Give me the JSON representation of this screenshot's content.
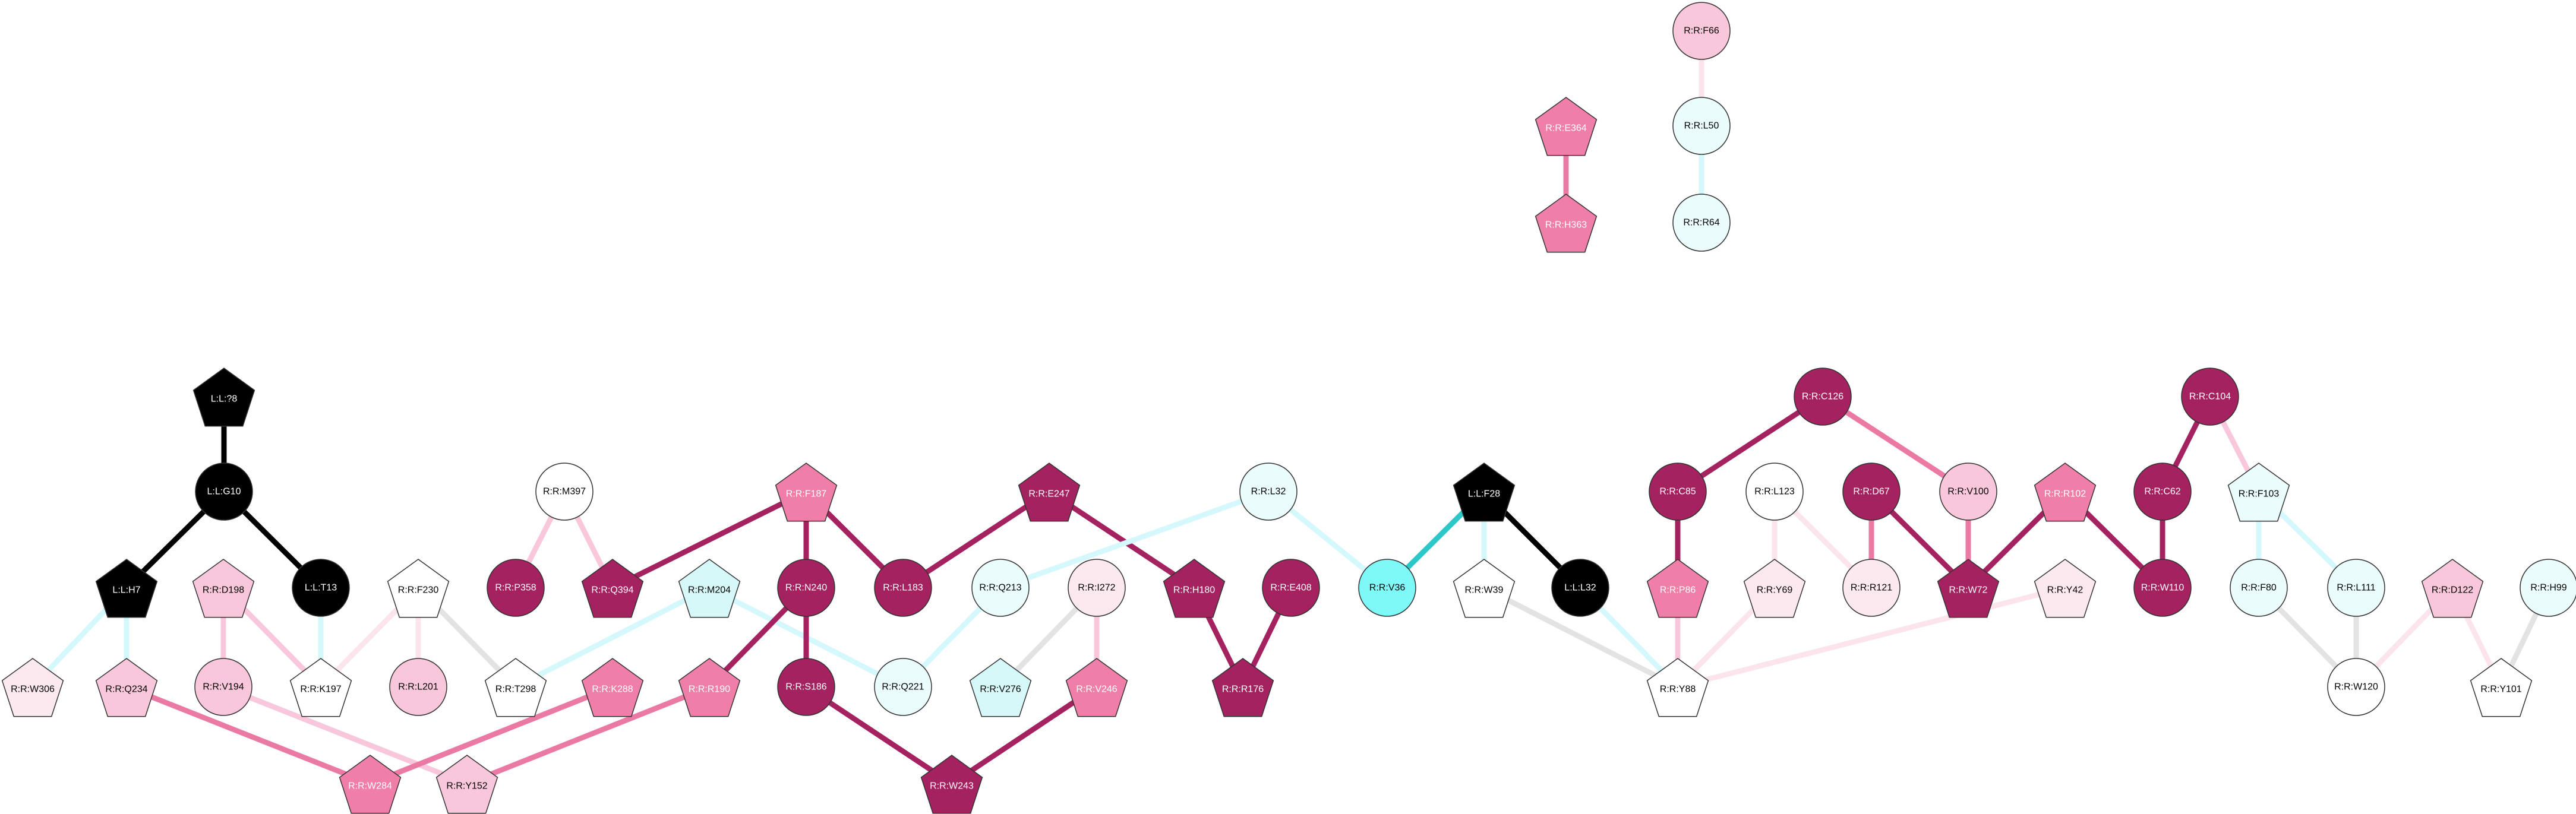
{
  "colors": {
    "black": "#000000",
    "dark": "#a4225f",
    "medium": "#ef7fa9",
    "light": "#f9c7dc",
    "faint": "#fce9f0",
    "white": "#ffffff",
    "cyan_light": "#eafcfb",
    "cyan_mid": "#d6f8f9",
    "cyan": "#7ff8f8",
    "edge_black": "#000000",
    "edge_dark": "#a4225f",
    "edge_medium": "#ea7aa4",
    "edge_light": "#f9c7dc",
    "edge_faint": "#fbe4ec",
    "edge_gray": "#e3e3e3",
    "edge_cyan_light": "#d4f8fb",
    "edge_cyan": "#2cc8c8"
  },
  "nodes": [
    {
      "id": "L:L:?8",
      "label": "L:L:?8",
      "shape": "pentagon",
      "color": "black"
    },
    {
      "id": "L:L:G10",
      "label": "L:L:G10",
      "shape": "circle",
      "color": "black"
    },
    {
      "id": "L:L:H7",
      "label": "L:L:H7",
      "shape": "pentagon",
      "color": "black"
    },
    {
      "id": "L:L:T13",
      "label": "L:L:T13",
      "shape": "circle",
      "color": "black"
    },
    {
      "id": "R:R:W306",
      "label": "R:R:W306",
      "shape": "pentagon",
      "color": "faint"
    },
    {
      "id": "R:R:Q234",
      "label": "R:R:Q234",
      "shape": "pentagon",
      "color": "light"
    },
    {
      "id": "R:R:D198",
      "label": "R:R:D198",
      "shape": "pentagon",
      "color": "light"
    },
    {
      "id": "R:R:V194",
      "label": "R:R:V194",
      "shape": "circle",
      "color": "light"
    },
    {
      "id": "R:R:K197",
      "label": "R:R:K197",
      "shape": "pentagon",
      "color": "white"
    },
    {
      "id": "R:R:F230",
      "label": "R:R:F230",
      "shape": "pentagon",
      "color": "white"
    },
    {
      "id": "R:R:L201",
      "label": "R:R:L201",
      "shape": "circle",
      "color": "light"
    },
    {
      "id": "R:R:T298",
      "label": "R:R:T298",
      "shape": "pentagon",
      "color": "white"
    },
    {
      "id": "R:R:M397",
      "label": "R:R:M397",
      "shape": "circle",
      "color": "white"
    },
    {
      "id": "R:R:P358",
      "label": "R:R:P358",
      "shape": "circle",
      "color": "dark"
    },
    {
      "id": "R:R:Q394",
      "label": "R:R:Q394",
      "shape": "pentagon",
      "color": "dark"
    },
    {
      "id": "R:R:M204",
      "label": "R:R:M204",
      "shape": "pentagon",
      "color": "cyan_mid"
    },
    {
      "id": "R:R:K288",
      "label": "R:R:K288",
      "shape": "pentagon",
      "color": "medium"
    },
    {
      "id": "R:R:W284",
      "label": "R:R:W284",
      "shape": "pentagon",
      "color": "medium"
    },
    {
      "id": "R:R:Y152",
      "label": "R:R:Y152",
      "shape": "pentagon",
      "color": "light"
    },
    {
      "id": "R:R:R190",
      "label": "R:R:R190",
      "shape": "pentagon",
      "color": "medium"
    },
    {
      "id": "R:R:F187",
      "label": "R:R:F187",
      "shape": "pentagon",
      "color": "medium"
    },
    {
      "id": "R:R:N240",
      "label": "R:R:N240",
      "shape": "circle",
      "color": "dark"
    },
    {
      "id": "R:R:S186",
      "label": "R:R:S186",
      "shape": "circle",
      "color": "dark"
    },
    {
      "id": "R:R:L183",
      "label": "R:R:L183",
      "shape": "circle",
      "color": "dark"
    },
    {
      "id": "R:R:Q213",
      "label": "R:R:Q213",
      "shape": "circle",
      "color": "cyan_light"
    },
    {
      "id": "R:R:Q221",
      "label": "R:R:Q221",
      "shape": "circle",
      "color": "cyan_light"
    },
    {
      "id": "R:R:I272",
      "label": "R:R:I272",
      "shape": "circle",
      "color": "faint"
    },
    {
      "id": "R:R:V276",
      "label": "R:R:V276",
      "shape": "pentagon",
      "color": "cyan_mid"
    },
    {
      "id": "R:R:V246",
      "label": "R:R:V246",
      "shape": "pentagon",
      "color": "medium"
    },
    {
      "id": "R:R:W243",
      "label": "R:R:W243",
      "shape": "pentagon",
      "color": "dark"
    },
    {
      "id": "R:R:E247",
      "label": "R:R:E247",
      "shape": "pentagon",
      "color": "dark"
    },
    {
      "id": "R:R:H180",
      "label": "R:R:H180",
      "shape": "pentagon",
      "color": "dark"
    },
    {
      "id": "R:R:E408",
      "label": "R:R:E408",
      "shape": "circle",
      "color": "dark"
    },
    {
      "id": "R:R:R176",
      "label": "R:R:R176",
      "shape": "pentagon",
      "color": "dark"
    },
    {
      "id": "R:R:L32",
      "label": "R:R:L32",
      "shape": "circle",
      "color": "cyan_light"
    },
    {
      "id": "R:R:V36",
      "label": "R:R:V36",
      "shape": "circle",
      "color": "cyan"
    },
    {
      "id": "L:L:F28",
      "label": "L:L:F28",
      "shape": "pentagon",
      "color": "black"
    },
    {
      "id": "R:R:W39",
      "label": "R:R:W39",
      "shape": "pentagon",
      "color": "white"
    },
    {
      "id": "L:L:L32",
      "label": "L:L:L32",
      "shape": "circle",
      "color": "black"
    },
    {
      "id": "R:R:Y88",
      "label": "R:R:Y88",
      "shape": "pentagon",
      "color": "white"
    },
    {
      "id": "R:R:E364",
      "label": "R:R:E364",
      "shape": "pentagon",
      "color": "medium"
    },
    {
      "id": "R:R:H363",
      "label": "R:R:H363",
      "shape": "pentagon",
      "color": "medium"
    },
    {
      "id": "R:R:F66",
      "label": "R:R:F66",
      "shape": "circle",
      "color": "light"
    },
    {
      "id": "R:R:L50",
      "label": "R:R:L50",
      "shape": "circle",
      "color": "cyan_light"
    },
    {
      "id": "R:R:R64",
      "label": "R:R:R64",
      "shape": "circle",
      "color": "cyan_light"
    },
    {
      "id": "R:R:C126",
      "label": "R:R:C126",
      "shape": "circle",
      "color": "dark"
    },
    {
      "id": "R:R:C85",
      "label": "R:R:C85",
      "shape": "circle",
      "color": "dark"
    },
    {
      "id": "R:R:P86",
      "label": "R:R:P86",
      "shape": "pentagon",
      "color": "medium"
    },
    {
      "id": "R:R:L123",
      "label": "R:R:L123",
      "shape": "circle",
      "color": "white"
    },
    {
      "id": "R:R:Y69",
      "label": "R:R:Y69",
      "shape": "pentagon",
      "color": "faint"
    },
    {
      "id": "R:R:D67",
      "label": "R:R:D67",
      "shape": "circle",
      "color": "dark"
    },
    {
      "id": "R:R:R121",
      "label": "R:R:R121",
      "shape": "circle",
      "color": "faint"
    },
    {
      "id": "R:R:V100",
      "label": "R:R:V100",
      "shape": "circle",
      "color": "light"
    },
    {
      "id": "R:R:W72",
      "label": "R:R:W72",
      "shape": "pentagon",
      "color": "dark"
    },
    {
      "id": "R:R:R102",
      "label": "R:R:R102",
      "shape": "pentagon",
      "color": "medium"
    },
    {
      "id": "R:R:Y42",
      "label": "R:R:Y42",
      "shape": "pentagon",
      "color": "faint"
    },
    {
      "id": "R:R:C104",
      "label": "R:R:C104",
      "shape": "circle",
      "color": "dark"
    },
    {
      "id": "R:R:C62",
      "label": "R:R:C62",
      "shape": "circle",
      "color": "dark"
    },
    {
      "id": "R:R:W110",
      "label": "R:R:W110",
      "shape": "circle",
      "color": "dark"
    },
    {
      "id": "R:R:F103",
      "label": "R:R:F103",
      "shape": "pentagon",
      "color": "cyan_light"
    },
    {
      "id": "R:R:F80",
      "label": "R:R:F80",
      "shape": "circle",
      "color": "cyan_light"
    },
    {
      "id": "R:R:L111",
      "label": "R:R:L111",
      "shape": "circle",
      "color": "cyan_light"
    },
    {
      "id": "R:R:W120",
      "label": "R:R:W120",
      "shape": "circle",
      "color": "white"
    },
    {
      "id": "R:R:D122",
      "label": "R:R:D122",
      "shape": "pentagon",
      "color": "light"
    },
    {
      "id": "R:R:H99",
      "label": "R:R:H99",
      "shape": "circle",
      "color": "cyan_light"
    },
    {
      "id": "R:R:Y101",
      "label": "R:R:Y101",
      "shape": "pentagon",
      "color": "white"
    }
  ],
  "edges": [
    {
      "source": "L:L:?8",
      "target": "L:L:G10",
      "color": "edge_black"
    },
    {
      "source": "L:L:G10",
      "target": "L:L:H7",
      "color": "edge_black"
    },
    {
      "source": "L:L:G10",
      "target": "L:L:T13",
      "color": "edge_black"
    },
    {
      "source": "L:L:H7",
      "target": "R:R:W306",
      "color": "edge_cyan_light"
    },
    {
      "source": "L:L:H7",
      "target": "R:R:Q234",
      "color": "edge_cyan_light"
    },
    {
      "source": "L:L:T13",
      "target": "R:R:K197",
      "color": "edge_cyan_light"
    },
    {
      "source": "R:R:D198",
      "target": "R:R:V194",
      "color": "edge_light"
    },
    {
      "source": "R:R:D198",
      "target": "R:R:K197",
      "color": "edge_light"
    },
    {
      "source": "R:R:F230",
      "target": "R:R:K197",
      "color": "edge_faint"
    },
    {
      "source": "R:R:F230",
      "target": "R:R:L201",
      "color": "edge_faint"
    },
    {
      "source": "R:R:F230",
      "target": "R:R:T298",
      "color": "edge_gray"
    },
    {
      "source": "R:R:Q234",
      "target": "R:R:W284",
      "color": "edge_medium"
    },
    {
      "source": "R:R:V194",
      "target": "R:R:Y152",
      "color": "edge_light"
    },
    {
      "source": "R:R:K288",
      "target": "R:R:W284",
      "color": "edge_medium"
    },
    {
      "source": "R:R:R190",
      "target": "R:R:Y152",
      "color": "edge_medium"
    },
    {
      "source": "R:R:M397",
      "target": "R:R:P358",
      "color": "edge_light"
    },
    {
      "source": "R:R:M397",
      "target": "R:R:Q394",
      "color": "edge_light"
    },
    {
      "source": "R:R:F187",
      "target": "R:R:Q394",
      "color": "edge_dark"
    },
    {
      "source": "R:R:F187",
      "target": "R:R:N240",
      "color": "edge_dark"
    },
    {
      "source": "R:R:F187",
      "target": "R:R:L183",
      "color": "edge_dark"
    },
    {
      "source": "R:R:M204",
      "target": "R:R:T298",
      "color": "edge_cyan_light"
    },
    {
      "source": "R:R:M204",
      "target": "R:R:Q221",
      "color": "edge_cyan_light"
    },
    {
      "source": "R:R:N240",
      "target": "R:R:R190",
      "color": "edge_dark"
    },
    {
      "source": "R:R:N240",
      "target": "R:R:S186",
      "color": "edge_dark"
    },
    {
      "source": "R:R:S186",
      "target": "R:R:W243",
      "color": "edge_dark"
    },
    {
      "source": "R:R:E247",
      "target": "R:R:L183",
      "color": "edge_dark"
    },
    {
      "source": "R:R:E247",
      "target": "R:R:H180",
      "color": "edge_dark"
    },
    {
      "source": "R:R:L32",
      "target": "R:R:Q213",
      "color": "edge_cyan_light"
    },
    {
      "source": "R:R:L32",
      "target": "R:R:V36",
      "color": "edge_cyan_light"
    },
    {
      "source": "R:R:Q213",
      "target": "R:R:Q221",
      "color": "edge_cyan_light"
    },
    {
      "source": "R:R:I272",
      "target": "R:R:V276",
      "color": "edge_gray"
    },
    {
      "source": "R:R:I272",
      "target": "R:R:V246",
      "color": "edge_light"
    },
    {
      "source": "R:R:V246",
      "target": "R:R:W243",
      "color": "edge_dark"
    },
    {
      "source": "R:R:H180",
      "target": "R:R:R176",
      "color": "edge_dark"
    },
    {
      "source": "R:R:E408",
      "target": "R:R:R176",
      "color": "edge_dark"
    },
    {
      "source": "L:L:F28",
      "target": "R:R:V36",
      "color": "edge_cyan"
    },
    {
      "source": "L:L:F28",
      "target": "R:R:W39",
      "color": "edge_cyan_light"
    },
    {
      "source": "L:L:F28",
      "target": "L:L:L32",
      "color": "edge_black"
    },
    {
      "source": "R:R:W39",
      "target": "R:R:Y88",
      "color": "edge_gray"
    },
    {
      "source": "L:L:L32",
      "target": "R:R:Y88",
      "color": "edge_cyan_light"
    },
    {
      "source": "R:R:E364",
      "target": "R:R:H363",
      "color": "edge_medium"
    },
    {
      "source": "R:R:F66",
      "target": "R:R:L50",
      "color": "edge_faint"
    },
    {
      "source": "R:R:L50",
      "target": "R:R:R64",
      "color": "edge_cyan_light"
    },
    {
      "source": "R:R:C126",
      "target": "R:R:C85",
      "color": "edge_dark"
    },
    {
      "source": "R:R:C126",
      "target": "R:R:V100",
      "color": "edge_medium"
    },
    {
      "source": "R:R:C85",
      "target": "R:R:P86",
      "color": "edge_dark"
    },
    {
      "source": "R:R:P86",
      "target": "R:R:Y88",
      "color": "edge_light"
    },
    {
      "source": "R:R:L123",
      "target": "R:R:Y69",
      "color": "edge_faint"
    },
    {
      "source": "R:R:L123",
      "target": "R:R:R121",
      "color": "edge_faint"
    },
    {
      "source": "R:R:Y69",
      "target": "R:R:Y88",
      "color": "edge_faint"
    },
    {
      "source": "R:R:D67",
      "target": "R:R:R121",
      "color": "edge_medium"
    },
    {
      "source": "R:R:D67",
      "target": "R:R:W72",
      "color": "edge_dark"
    },
    {
      "source": "R:R:V100",
      "target": "R:R:W72",
      "color": "edge_medium"
    },
    {
      "source": "R:R:R102",
      "target": "R:R:W72",
      "color": "edge_dark"
    },
    {
      "source": "R:R:R102",
      "target": "R:R:W110",
      "color": "edge_dark"
    },
    {
      "source": "R:R:Y42",
      "target": "R:R:Y88",
      "color": "edge_faint"
    },
    {
      "source": "R:R:C104",
      "target": "R:R:C62",
      "color": "edge_dark"
    },
    {
      "source": "R:R:C104",
      "target": "R:R:F103",
      "color": "edge_light"
    },
    {
      "source": "R:R:C62",
      "target": "R:R:W110",
      "color": "edge_dark"
    },
    {
      "source": "R:R:F103",
      "target": "R:R:F80",
      "color": "edge_cyan_light"
    },
    {
      "source": "R:R:F103",
      "target": "R:R:L111",
      "color": "edge_cyan_light"
    },
    {
      "source": "R:R:F80",
      "target": "R:R:W120",
      "color": "edge_gray"
    },
    {
      "source": "R:R:L111",
      "target": "R:R:W120",
      "color": "edge_gray"
    },
    {
      "source": "R:R:D122",
      "target": "R:R:W120",
      "color": "edge_faint"
    },
    {
      "source": "R:R:D122",
      "target": "R:R:Y101",
      "color": "edge_faint"
    },
    {
      "source": "R:R:H99",
      "target": "R:R:Y101",
      "color": "edge_gray"
    }
  ]
}
